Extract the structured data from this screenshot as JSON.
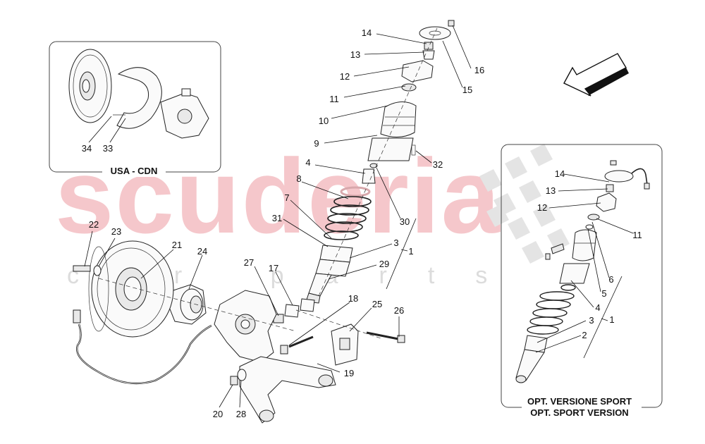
{
  "watermark": {
    "brand": "scuderia",
    "sub": "car parts"
  },
  "insets": {
    "usa_cdn": {
      "caption": "USA - CDN",
      "labels": [
        "34",
        "33"
      ]
    },
    "sport": {
      "caption_line1": "OPT. VERSIONE SPORT",
      "caption_line2": "OPT. SPORT VERSION",
      "labels": [
        "14",
        "13",
        "12",
        "11",
        "6",
        "5",
        "4",
        "3",
        "2",
        "1"
      ]
    }
  },
  "main_labels": {
    "p14": "14",
    "p13": "13",
    "p12": "12",
    "p11": "11",
    "p10": "10",
    "p9": "9",
    "p16": "16",
    "p15": "15",
    "p32": "32",
    "p4": "4",
    "p8": "8",
    "p7": "7",
    "p31": "31",
    "p30": "30",
    "p3": "3",
    "p1": "1",
    "p29": "29",
    "p27": "27",
    "p17": "17",
    "p18": "18",
    "p25": "25",
    "p26": "26",
    "p22": "22",
    "p23": "23",
    "p21": "21",
    "p24": "24",
    "p19": "19",
    "p20": "20",
    "p28": "28"
  },
  "sport_labels": {
    "s14": "14",
    "s13": "13",
    "s12": "12",
    "s11": "11",
    "s6": "6",
    "s5": "5",
    "s4": "4",
    "s3": "3",
    "s2": "2",
    "s1": "1"
  },
  "icons": [
    "direction-arrow-icon"
  ]
}
